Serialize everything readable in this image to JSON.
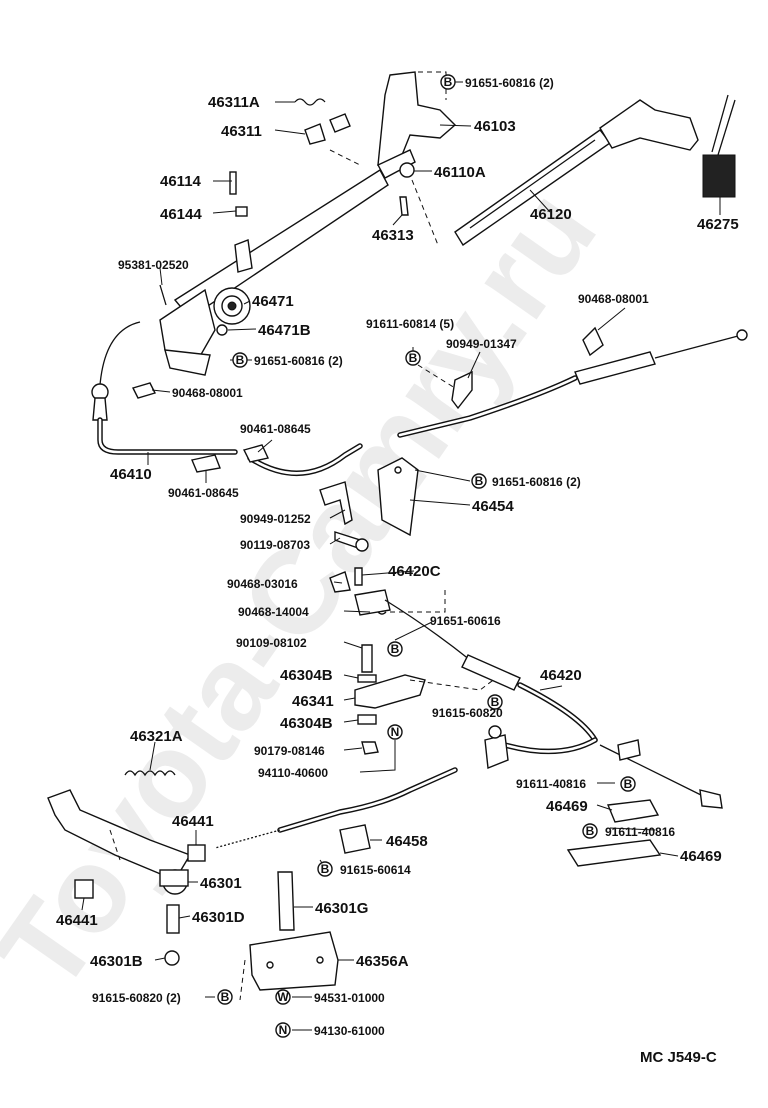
{
  "watermark": "Toyota-Camry.ru",
  "diagram_code": "MC  J549-C",
  "callouts": {
    "c46311A": "46311A",
    "c46311": "46311",
    "c46114": "46114",
    "c46144": "46144",
    "c95381": "95381-02520",
    "c46471": "46471",
    "c46471B": "46471B",
    "c91651_a": "91651-60816 (2)",
    "c90468_08001_a": "90468-08001",
    "c46410": "46410",
    "c90461_a": "90461-08645",
    "c90461_b": "90461-08645",
    "c90949_01252": "90949-01252",
    "c90119": "90119-08703",
    "c91651_top": "91651-60816 (2)",
    "c46103": "46103",
    "c46110A": "46110A",
    "c46313": "46313",
    "c46120": "46120",
    "c46275": "46275",
    "c90468_08001_b": "90468-08001",
    "c91611_60814": "91611-60814 (5)",
    "c90949_01347": "90949-01347",
    "c91651_b": "91651-60816 (2)",
    "c46454": "46454",
    "c90468_03016": "90468-03016",
    "c46420C": "46420C",
    "c90468_14004": "90468-14004",
    "c91651_60616": "91651-60616",
    "c90109": "90109-08102",
    "c46304B_a": "46304B",
    "c46341": "46341",
    "c46304B_b": "46304B",
    "c90179": "90179-08146",
    "c94110": "94110-40600",
    "c46420": "46420",
    "c91615_60820": "91615-60820",
    "c91611_40816_a": "91611-40816",
    "c46469_a": "46469",
    "c91611_40816_b": "91611-40816",
    "c46469_b": "46469",
    "c46321A": "46321A",
    "c46441_a": "46441",
    "c46458": "46458",
    "c91615_60614": "91615-60614",
    "c46301": "46301",
    "c46441_b": "46441",
    "c46301D": "46301D",
    "c46301G": "46301G",
    "c46301B": "46301B",
    "c46356A": "46356A",
    "c91615_60820_2": "91615-60820 (2)",
    "c94531": "94531-01000",
    "c94130": "94130-61000"
  },
  "symbols": {
    "b": "B",
    "n": "N",
    "w": "W"
  }
}
